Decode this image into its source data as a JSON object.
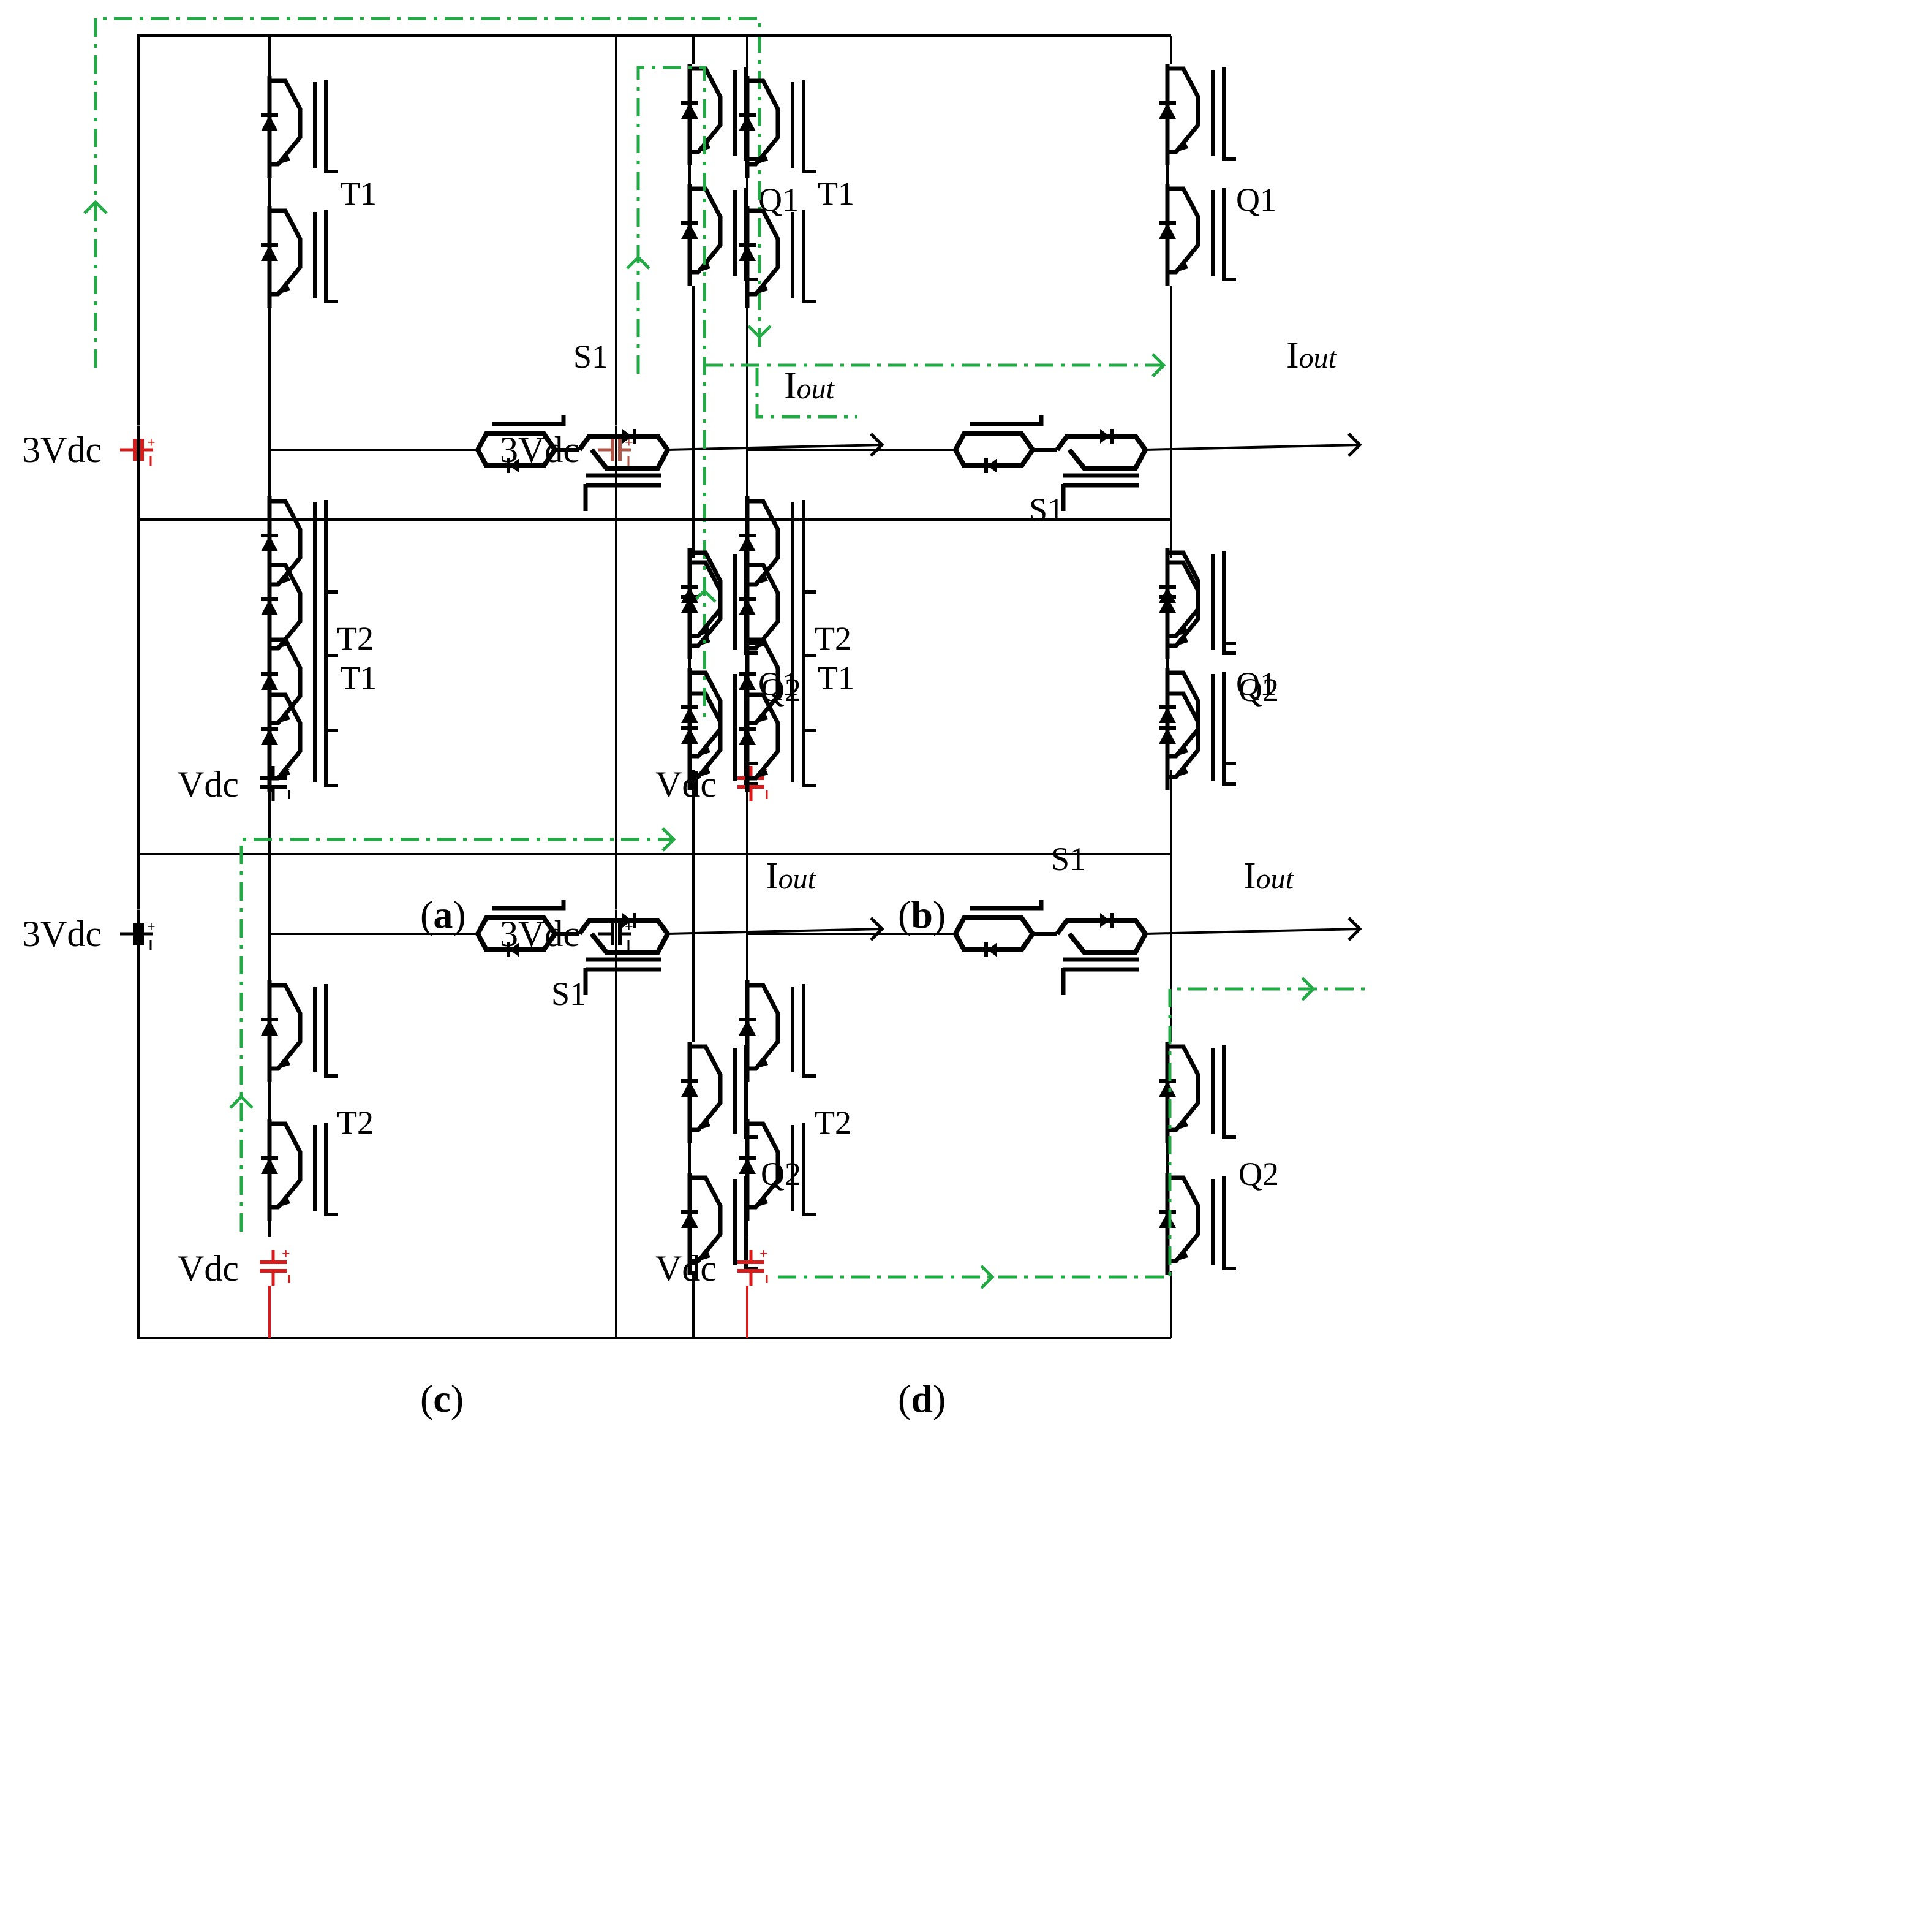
{
  "colors": {
    "wire": "#000000",
    "current_path": "#22aa44",
    "active_source": "#d81b1b",
    "dim_source": "#b0574a",
    "background": "#ffffff"
  },
  "labels": {
    "source_high": "3Vdc",
    "source_low": "Vdc",
    "switch_t1": "T1",
    "switch_t2": "T2",
    "switch_q1": "Q1",
    "switch_q2": "Q2",
    "bidirectional_switch": "S1",
    "output_current": "I",
    "output_current_subscript": "out",
    "plus_sign": "+"
  },
  "panels": [
    {
      "id": "a",
      "caption_open": "(",
      "caption_letter": "a",
      "caption_close": ")",
      "active_high_source": true,
      "active_low_source": false
    },
    {
      "id": "b",
      "caption_open": "(",
      "caption_letter": "b",
      "caption_close": ")",
      "active_high_source": false,
      "active_low_source": true
    },
    {
      "id": "c",
      "caption_open": "(",
      "caption_letter": "c",
      "caption_close": ")",
      "active_high_source": false,
      "active_low_source": true
    },
    {
      "id": "d",
      "caption_open": "(",
      "caption_letter": "d",
      "caption_close": ")",
      "active_high_source": false,
      "active_low_source": true
    }
  ]
}
